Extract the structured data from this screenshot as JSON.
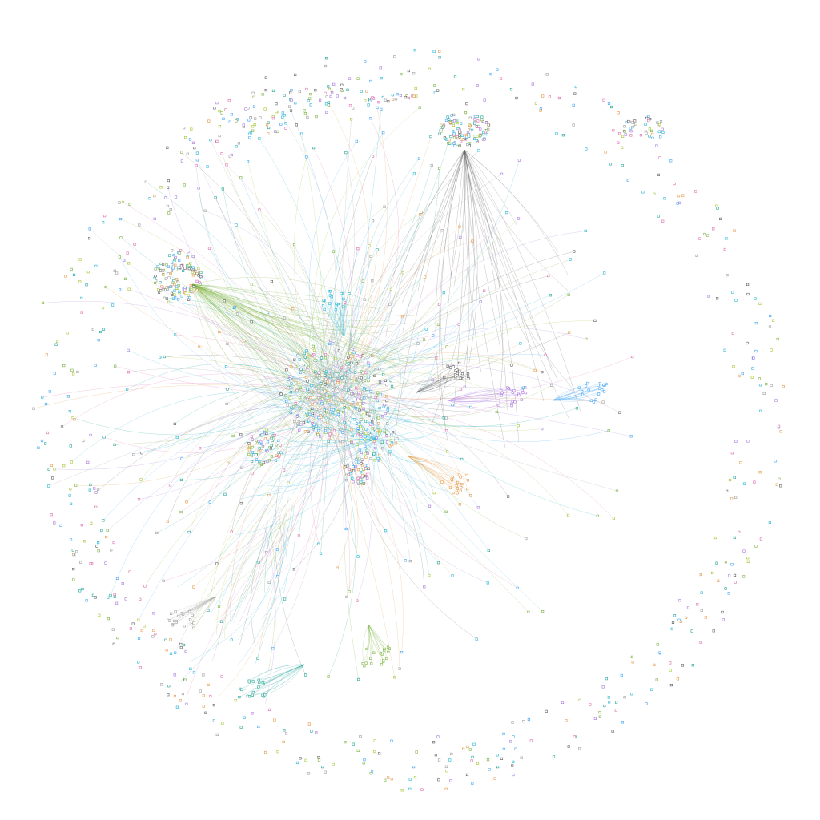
{
  "diagram": {
    "type": "force-directed-network",
    "palette": {
      "green": "#7cb342",
      "teal": "#26a69a",
      "cyan": "#29b6d6",
      "blue": "#42a5f5",
      "purple": "#ab7be0",
      "orange": "#e59a4a",
      "gray": "#616161",
      "pink": "#e06fb1",
      "lime": "#a5c73b"
    },
    "node_colors": [
      "#7cb342",
      "#26a69a",
      "#29b6d6",
      "#42a5f5",
      "#ab7be0",
      "#e59a4a",
      "#616161",
      "#e06fb1",
      "#a5c73b",
      "#9e9e9e"
    ],
    "hub_clusters": [
      {
        "name": "left-green-hub",
        "color": "#7cb342",
        "node_count": 120
      },
      {
        "name": "top-gray-hub",
        "color": "#616161",
        "node_count": 110
      },
      {
        "name": "central-core",
        "color": "#9e9e9e",
        "node_count": 260
      },
      {
        "name": "lower-left-cluster",
        "color": "#8d6e63",
        "node_count": 60
      },
      {
        "name": "cyan-cluster",
        "color": "#29b6d6",
        "node_count": 70
      },
      {
        "name": "purple-cluster",
        "color": "#ab7be0",
        "node_count": 45
      },
      {
        "name": "top-right-cluster",
        "color": "#ab7be0",
        "node_count": 35
      }
    ],
    "fan_clusters": [
      {
        "name": "fan-blue-right",
        "color": "#42a5f5"
      },
      {
        "name": "fan-purple-right",
        "color": "#ab7be0"
      },
      {
        "name": "fan-gray-mid",
        "color": "#616161"
      },
      {
        "name": "fan-teal-bottom",
        "color": "#26a69a"
      },
      {
        "name": "fan-orange-mid",
        "color": "#e59a4a"
      },
      {
        "name": "fan-gray-bottom-left",
        "color": "#9e9e9e"
      },
      {
        "name": "fan-green-bottom",
        "color": "#7cb342"
      },
      {
        "name": "fan-cyan-top",
        "color": "#29b6d6"
      }
    ],
    "isolated_ring": {
      "description_color": "#bdbdbd",
      "node_count": 520
    }
  }
}
